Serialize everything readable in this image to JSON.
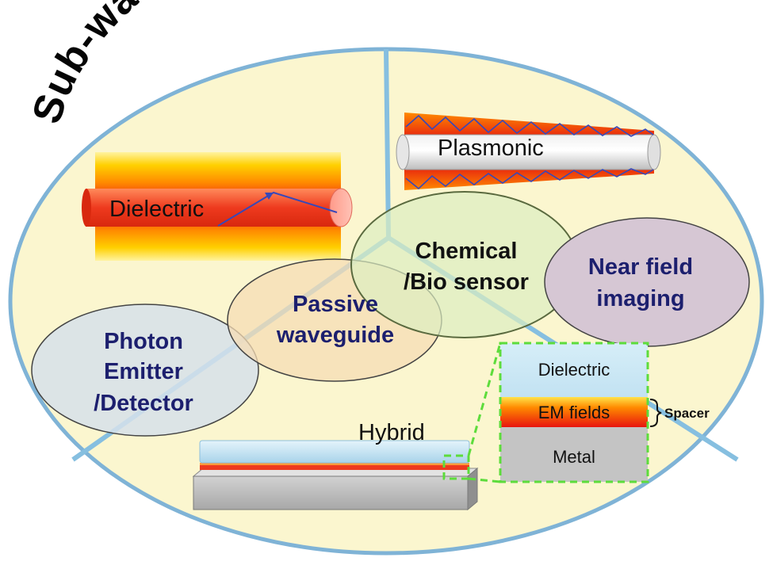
{
  "title": "Sub-wavelength NW waveguide",
  "regions": {
    "dielectric": "Dielectric",
    "plasmonic": "Plasmonic",
    "hybrid": "Hybrid"
  },
  "applications": {
    "chemical": [
      "Chemical",
      "/Bio sensor"
    ],
    "near_field": [
      "Near field",
      "imaging"
    ],
    "passive": [
      "Passive",
      "waveguide"
    ],
    "photon": [
      "Photon",
      "Emitter",
      "/Detector"
    ]
  },
  "inset": {
    "dielectric": "Dielectric",
    "em_fields": "EM fields",
    "metal": "Metal",
    "spacer": "Spacer"
  },
  "colors": {
    "background": "#fbf6cf",
    "outline": "#7fb3d6",
    "chemical_fill": "#dbeec0",
    "chemical_stroke": "#5a6a3f",
    "near_field_fill": "#d6c7d4",
    "passive_fill": "#f6dcb4",
    "photon_fill": "#d6e1ea",
    "app_text": "#1c1f6e",
    "dashed_green": "#5ddc3c"
  }
}
